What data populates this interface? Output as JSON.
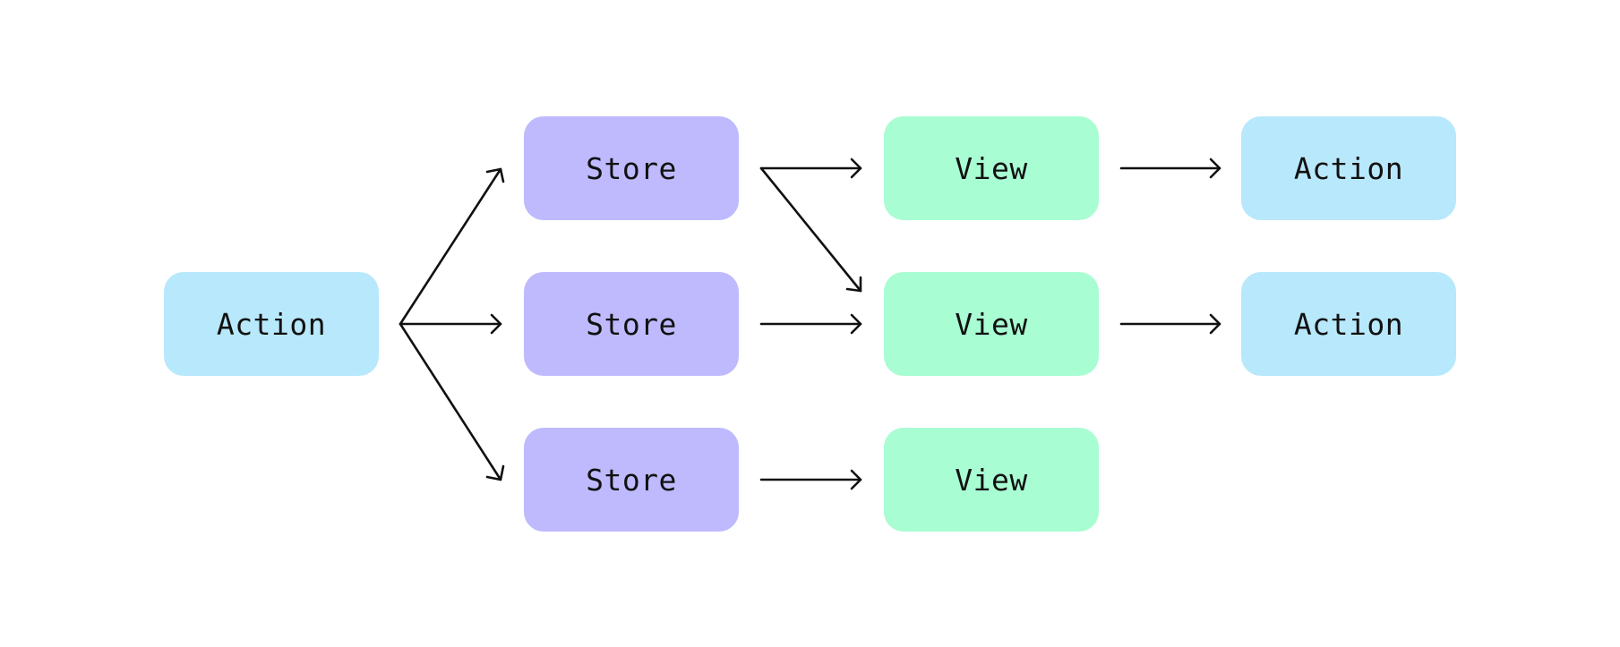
{
  "colors": {
    "action": "#b8e8fb",
    "store": "#bfbafd",
    "view": "#a8fdd3",
    "arrow": "#111111"
  },
  "nodes": {
    "action_source": "Action",
    "store_1": "Store",
    "store_2": "Store",
    "store_3": "Store",
    "view_1": "View",
    "view_2": "View",
    "view_3": "View",
    "action_1": "Action",
    "action_2": "Action"
  },
  "edges": [
    {
      "from": "action_source",
      "to": "store_1"
    },
    {
      "from": "action_source",
      "to": "store_2"
    },
    {
      "from": "action_source",
      "to": "store_3"
    },
    {
      "from": "store_1",
      "to": "view_1"
    },
    {
      "from": "store_1",
      "to": "view_2"
    },
    {
      "from": "store_2",
      "to": "view_2"
    },
    {
      "from": "store_3",
      "to": "view_3"
    },
    {
      "from": "view_1",
      "to": "action_1"
    },
    {
      "from": "view_2",
      "to": "action_2"
    }
  ]
}
